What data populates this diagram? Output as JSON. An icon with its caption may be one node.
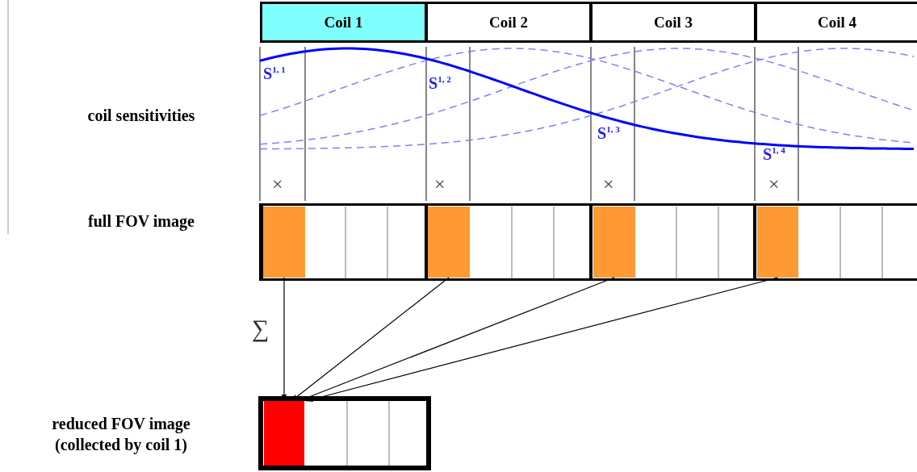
{
  "diagram": {
    "nodes": [
      {
        "text": [
          "Coil 1"
        ]
      },
      {
        "text": [
          "Coil 2"
        ]
      },
      {
        "text": [
          "Coil 3"
        ]
      },
      {
        "text": [
          "Coil 4"
        ]
      },
      {
        "text": [],
        "shape": "bar"
      },
      {
        "text": [],
        "shape": "bar"
      },
      {
        "text": [],
        "shape": "bar"
      },
      {
        "text": [],
        "shape": "bar"
      },
      {
        "text": [],
        "shape": "bar"
      }
    ],
    "edges": [
      {
        "from": 4,
        "to": 8,
        "arrow": "to"
      },
      {
        "from": 5,
        "to": 8,
        "arrow": "to"
      },
      {
        "from": 6,
        "to": 8,
        "arrow": "to"
      },
      {
        "from": 7,
        "to": 8,
        "arrow": "to"
      }
    ],
    "labels": [
      "S$^{1, 1}$",
      "S$^{1, 2}$",
      "coil sensitivities",
      "S$^{1, 3}$",
      "S$^{1, 4}$",
      "×",
      "×",
      "×",
      "×",
      "full FOV image",
      "∑",
      "reduced FOV image (collected by coil 1)"
    ]
  }
}
